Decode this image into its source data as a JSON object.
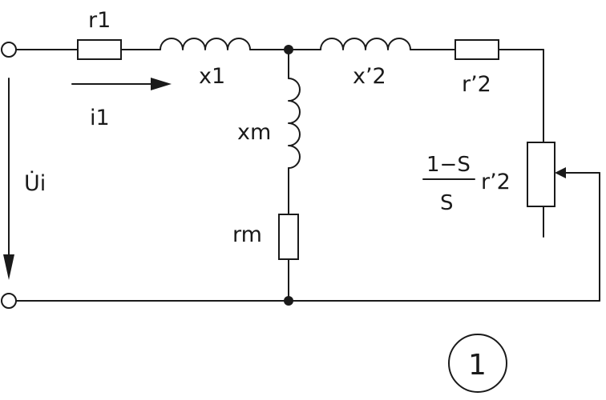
{
  "diagram": {
    "labels": {
      "r1": "r1",
      "x1": "x1",
      "i1": "i1",
      "xm": "xm",
      "rm": "rm",
      "x2": "x’2",
      "r2_series": "r’2",
      "ui": "U̇i",
      "frac_num": "1−S",
      "frac_den": "S",
      "r2_load": "r’2",
      "figure_number": "1"
    }
  }
}
